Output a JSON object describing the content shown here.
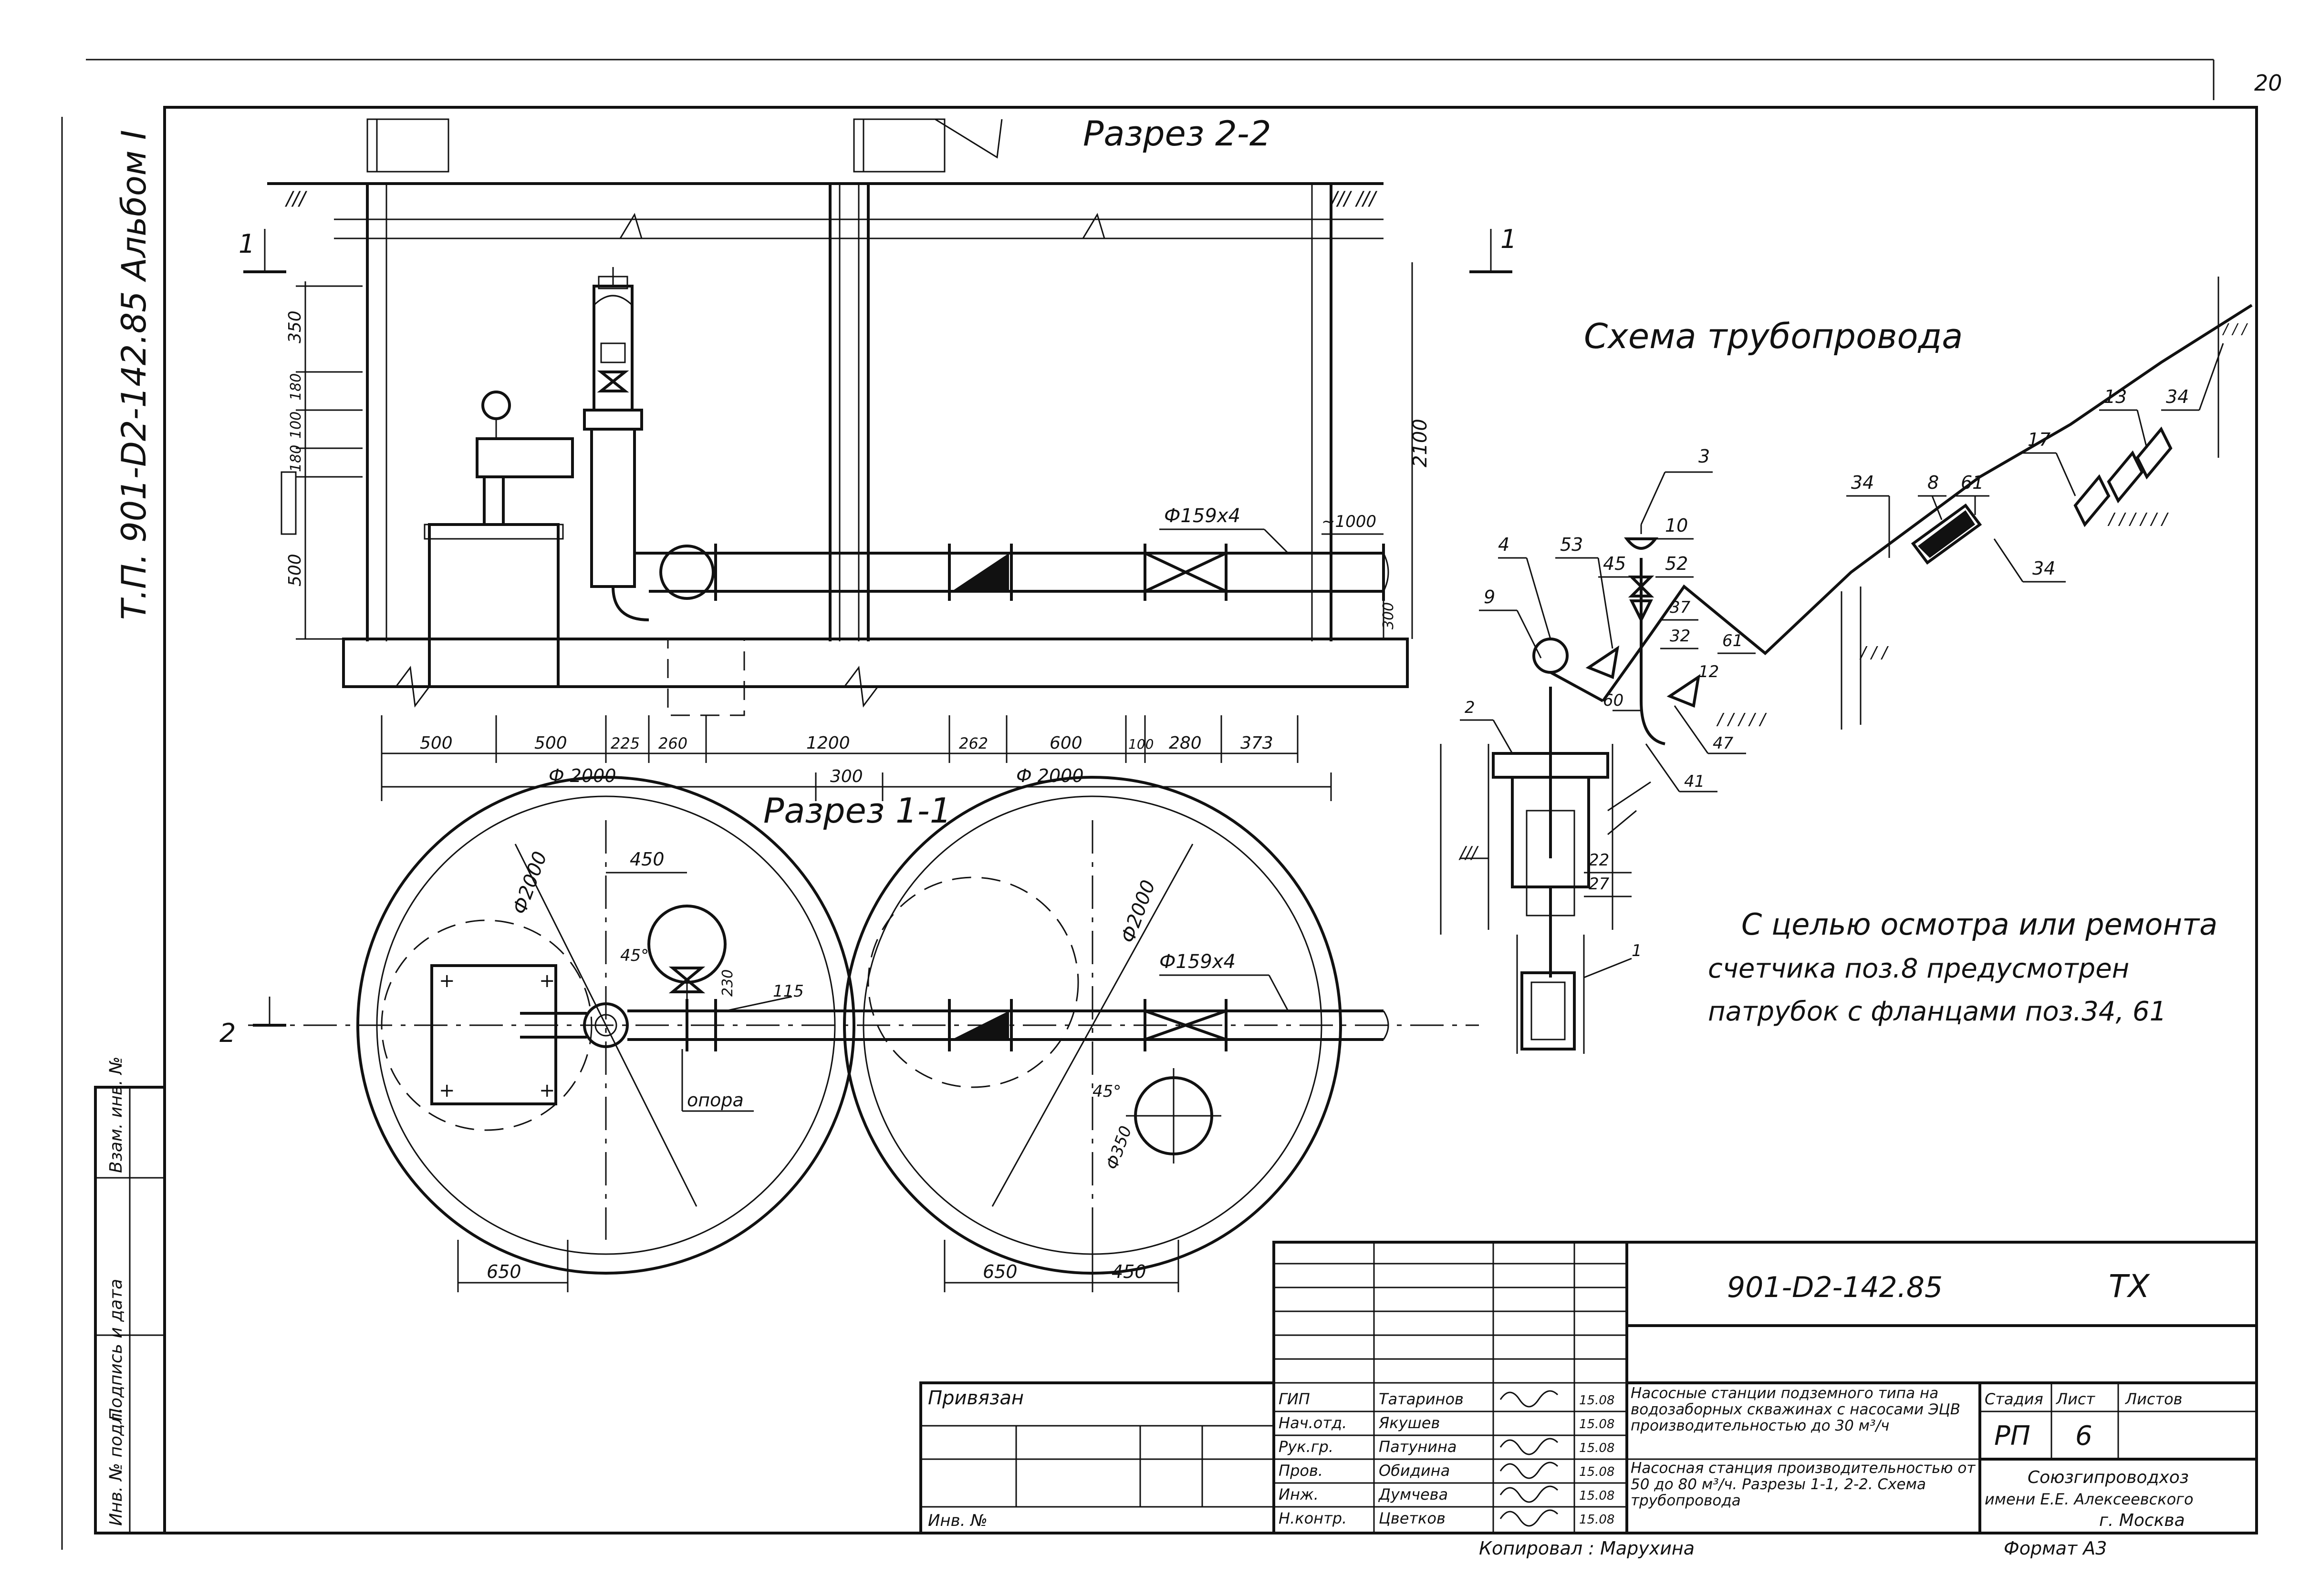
{
  "sheet_number": "20",
  "side_stamp": "Т.П. 901-D2-142.85 Альбом I",
  "left_strip": {
    "labels": [
      "Инв. № подл.",
      "Подпись и дата",
      "Взам. инв. №"
    ]
  },
  "section_2_2": {
    "title": "Разрез 2-2",
    "cut_mark_left": "1",
    "cut_mark_right": "1",
    "left_dims": [
      "350",
      "180",
      "100",
      "180",
      "500"
    ],
    "height_dim": "2100",
    "pipe_label": "Ф159х4",
    "offset_label": "~1000",
    "bottom_right_dim": "300",
    "bottom_dims": [
      "500",
      "500",
      "225",
      "260",
      "1200",
      "262",
      "600",
      "100",
      "280",
      "373"
    ],
    "overall_dims": [
      "Ф 2000",
      "300",
      "Ф 2000"
    ]
  },
  "section_1_1": {
    "title": "Разрез 1-1",
    "cut_mark": "2",
    "dims": [
      "450",
      "Ф2000",
      "45°",
      "230",
      "115",
      "Ф2000",
      "Ф159х4",
      "45°",
      "Ф350",
      "650",
      "650",
      "450"
    ],
    "support_label": "опора"
  },
  "pipeline_scheme": {
    "title": "Схема трубопровода",
    "positions": [
      "3",
      "4",
      "53",
      "45",
      "10",
      "52",
      "9",
      "37",
      "32",
      "12",
      "61",
      "60",
      "47",
      "41",
      "2",
      "22",
      "27",
      "1",
      "34",
      "8",
      "61",
      "34",
      "17",
      "13",
      "34"
    ]
  },
  "note": {
    "lines": [
      "С целью осмотра или ремонта",
      "счетчика поз.8 предусмотрен",
      "патрубок с фланцами поз.34, 61"
    ]
  },
  "title_block": {
    "doc_code": "901-D2-142.85",
    "mark": "ТХ",
    "description": "Насосные станции подземного типа на водозаборных скважинах с насосами ЭЦВ производительностью до 30 м³/ч",
    "sheet_title": "Насосная станция производительностью от 50 до 80 м³/ч. Разрезы 1-1, 2-2. Схема трубопровода",
    "stage_label": "Стадия",
    "sheet_label": "Лист",
    "sheets_label": "Листов",
    "stage": "РП",
    "sheet": "6",
    "org_line1": "Союзгипроводхоз",
    "org_line2": "имени Е.Е. Алексеевского",
    "org_line3": "г. Москва",
    "bound_label": "Привязан",
    "inv_label": "Инв. №",
    "copied": "Копировал : Марухина",
    "format": "Формат А3",
    "people": [
      {
        "role": "ГИП",
        "name": "Татаринов",
        "date": "15.08"
      },
      {
        "role": "Нач.отд.",
        "name": "Якушев",
        "date": "15.08"
      },
      {
        "role": "Рук.гр.",
        "name": "Патунина",
        "date": "15.08"
      },
      {
        "role": "Пров.",
        "name": "Обидина",
        "date": "15.08"
      },
      {
        "role": "Инж.",
        "name": "Думчева",
        "date": "15.08"
      },
      {
        "role": "Н.контр.",
        "name": "Цветков",
        "date": "15.08"
      }
    ]
  }
}
